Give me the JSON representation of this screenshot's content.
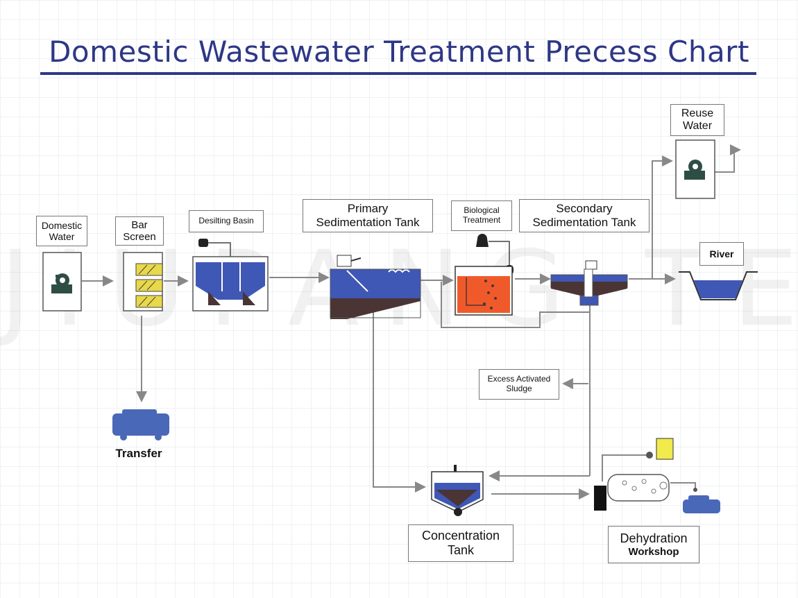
{
  "title": "Domestic Wastewater Treatment Precess Chart",
  "watermark": "JIUPANG TECH",
  "labels": {
    "domestic_water": [
      "Domestic",
      "Water"
    ],
    "bar_screen": [
      "Bar",
      "Screen"
    ],
    "desilting_basin": "Desilting Basin",
    "primary_sedimentation": [
      "Primary",
      "Sedimentation Tank"
    ],
    "biological_treatment": [
      "Biological",
      "Treatment"
    ],
    "secondary_sedimentation": [
      "Secondary",
      "Sedimentation Tank"
    ],
    "reuse_water": [
      "Reuse",
      "Water"
    ],
    "river": "River",
    "transfer": "Transfer",
    "excess_sludge": [
      "Excess Activated",
      "Sludge"
    ],
    "concentration_tank": [
      "Concentration",
      "Tank"
    ],
    "dehydration_workshop": [
      "Dehydration",
      "Workshop"
    ]
  },
  "colors": {
    "title": "#2e3785",
    "water": "#3f57b5",
    "sludge": "#4a3434",
    "aeration": "#f05a2a",
    "screen": "#e8d84a",
    "pump": "#2e4d45",
    "flow_line": "#888888"
  }
}
